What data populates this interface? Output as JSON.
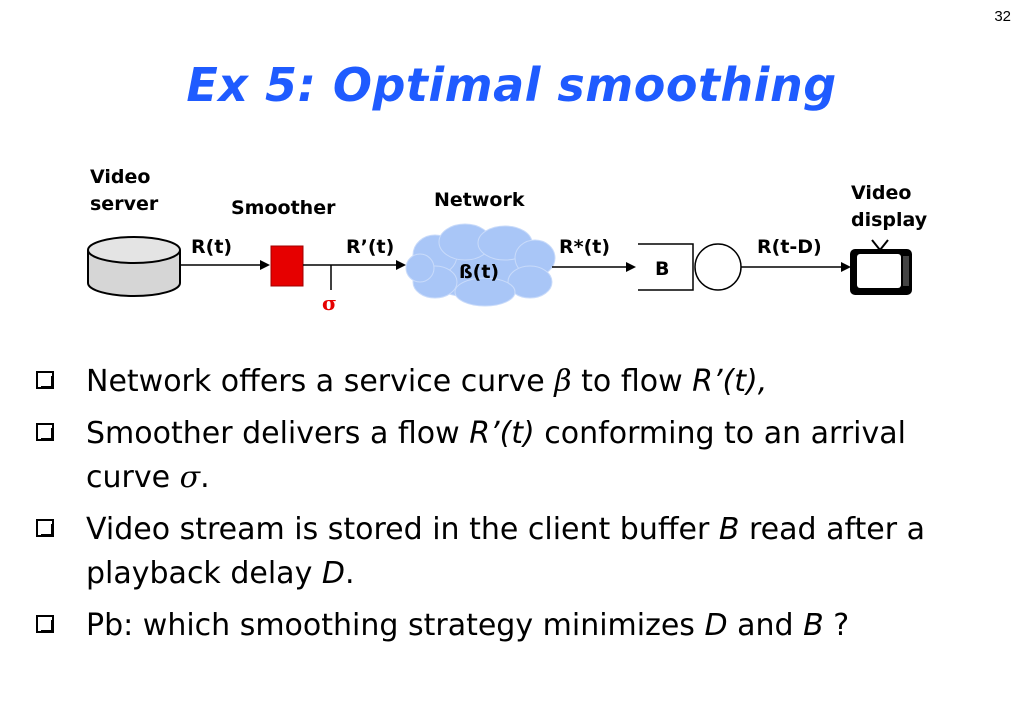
{
  "slide_number": "32",
  "title": "Ex 5: Optimal smoothing",
  "diagram": {
    "video_server_line1": "Video",
    "video_server_line2": "server",
    "smoother": "Smoother",
    "network": "Network",
    "video_display_line1": "Video",
    "video_display_line2": "display",
    "r_t": "R(t)",
    "r_prime_t": "R’(t)",
    "r_star_t": "R*(t)",
    "r_t_minus_d": "R(t-D)",
    "beta_t": "ß(t)",
    "buffer": "B",
    "sigma": "σ",
    "colors": {
      "smoother_box": "#e60000",
      "cloud": "#a9c6f7",
      "sigma": "#e60000",
      "title": "#1f5bff"
    }
  },
  "bullets": {
    "b1": {
      "t1": "Network offers a service curve ",
      "beta": "β",
      "t2": " to flow ",
      "var": "R’(t),",
      "t3": ""
    },
    "b2": {
      "t1": "Smoother delivers a flow ",
      "var": "R’(t)",
      "t2": " conforming to an arrival curve ",
      "sigma": "σ",
      "t3": "."
    },
    "b3": {
      "t1": "Video stream is stored in the client buffer ",
      "var1": "B",
      "t2": " read after a playback delay ",
      "var2": "D",
      "t3": "."
    },
    "b4": {
      "t1": "Pb: which smoothing strategy minimizes ",
      "var1": "D",
      "t2": " and ",
      "var2": "B",
      "t3": " ?"
    }
  }
}
